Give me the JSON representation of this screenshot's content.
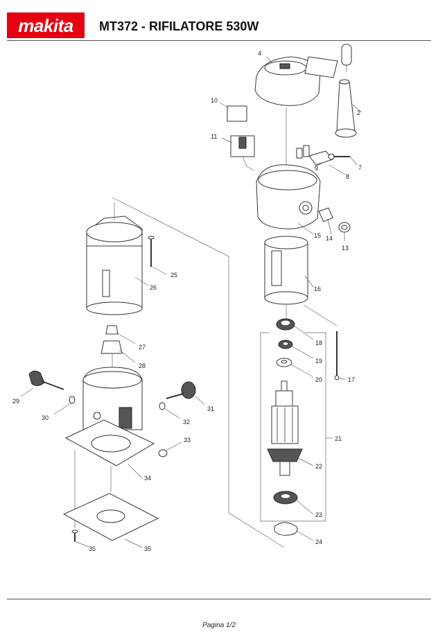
{
  "header": {
    "brand": "makita",
    "brand_color": "#e60012",
    "title": "MT372 - RIFILATORE 530W"
  },
  "diagram": {
    "part_numbers": [
      "2",
      "4",
      "7",
      "8",
      "9",
      "10",
      "11",
      "13",
      "14",
      "15",
      "16",
      "17",
      "18",
      "19",
      "20",
      "21",
      "22",
      "23",
      "24",
      "25",
      "26",
      "27",
      "28",
      "29",
      "30",
      "31",
      "32",
      "33",
      "34",
      "35"
    ]
  },
  "footer": {
    "page": "Pagina 1/2"
  }
}
